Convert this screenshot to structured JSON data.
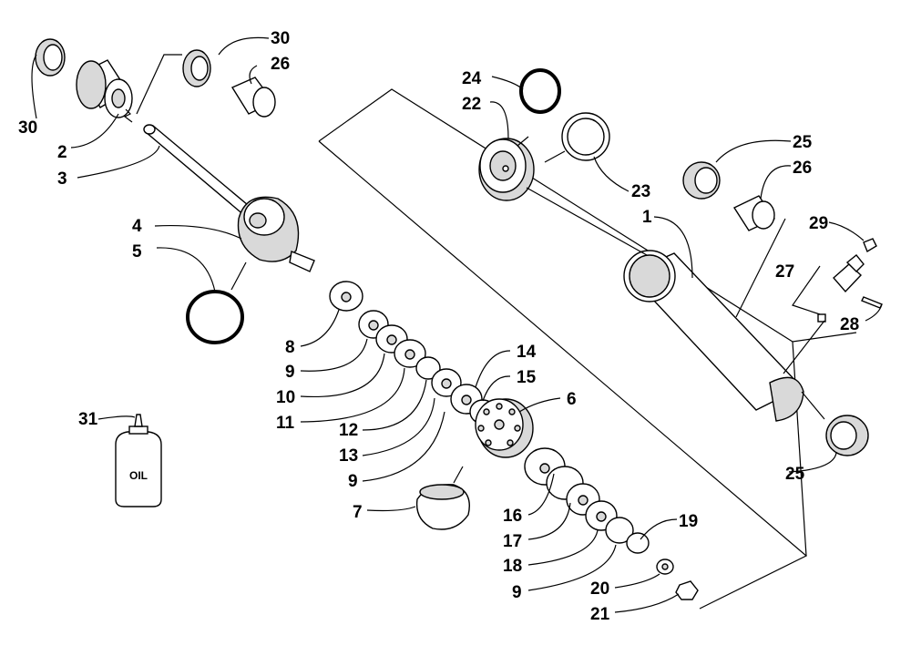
{
  "diagram": {
    "callouts": {
      "c1": "1",
      "c2": "2",
      "c3": "3",
      "c4": "4",
      "c5": "5",
      "c6": "6",
      "c7": "7",
      "c8": "8",
      "c9a": "9",
      "c9b": "9",
      "c9c": "9",
      "c10": "10",
      "c11": "11",
      "c12": "12",
      "c13": "13",
      "c14": "14",
      "c15": "15",
      "c16": "16",
      "c17": "17",
      "c18": "18",
      "c19": "19",
      "c20": "20",
      "c21": "21",
      "c22": "22",
      "c23": "23",
      "c24": "24",
      "c25a": "25",
      "c25b": "25",
      "c26a": "26",
      "c26b": "26",
      "c27": "27",
      "c28": "28",
      "c29": "29",
      "c30a": "30",
      "c30b": "30",
      "c31": "31"
    },
    "oil_label": "OIL"
  }
}
